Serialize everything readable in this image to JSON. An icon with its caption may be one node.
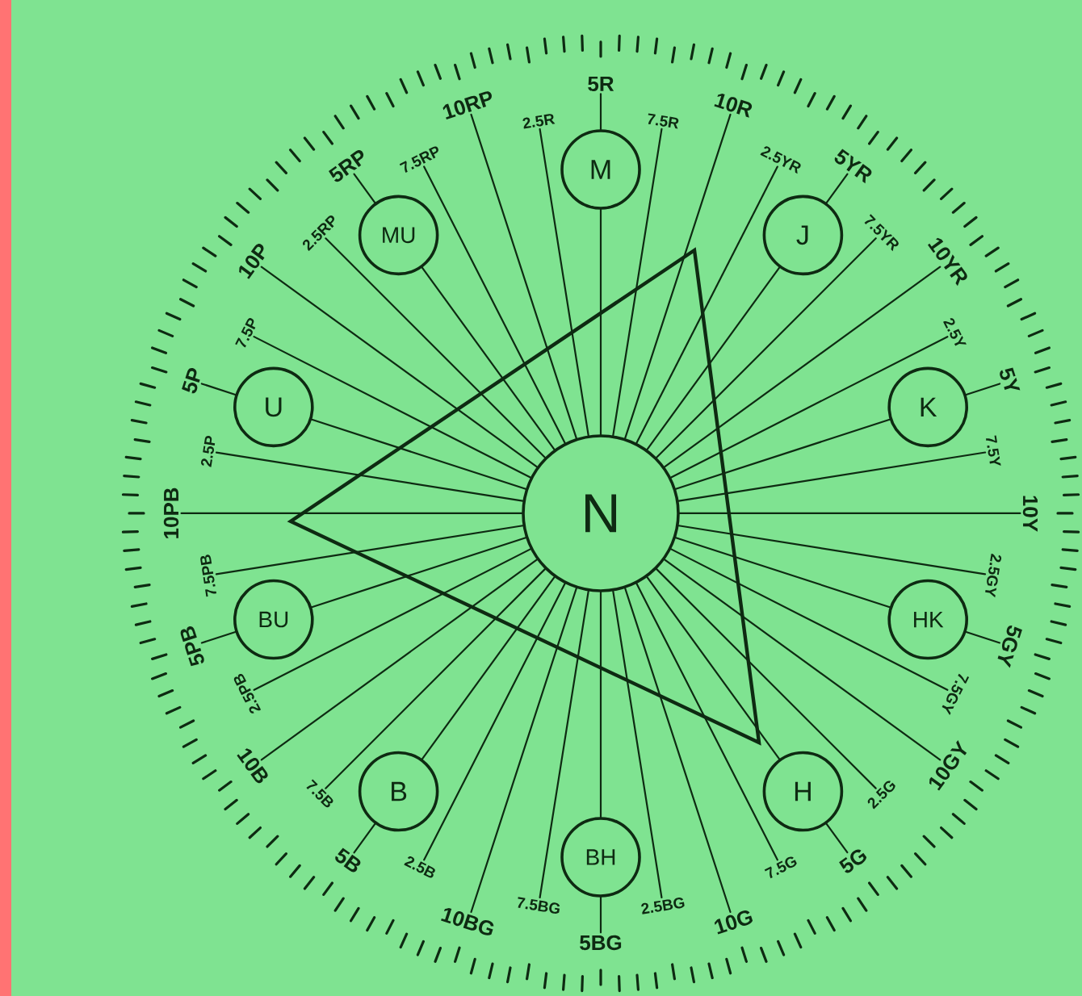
{
  "diagram": {
    "nodes": [
      {
        "text": [
          "N"
        ]
      },
      {
        "text": [
          "M"
        ]
      },
      {
        "text": [
          "J"
        ]
      },
      {
        "text": [
          "K"
        ]
      },
      {
        "text": [
          "HK"
        ]
      },
      {
        "text": [
          "H"
        ]
      },
      {
        "text": [
          "BH"
        ]
      },
      {
        "text": [
          "B"
        ]
      },
      {
        "text": [
          "BU"
        ]
      },
      {
        "text": [
          "U"
        ]
      },
      {
        "text": [
          "MU"
        ]
      },
      {
        "text": [
          "5R"
        ]
      },
      {
        "text": [
          "7.5R"
        ]
      },
      {
        "text": [
          "10R"
        ]
      },
      {
        "text": [
          "2.5YR"
        ]
      },
      {
        "text": [
          "5YR"
        ]
      },
      {
        "text": [
          "7.5YR"
        ]
      },
      {
        "text": [
          "10YR"
        ]
      },
      {
        "text": [
          "2.5Y"
        ]
      },
      {
        "text": [
          "5Y"
        ]
      },
      {
        "text": [
          "7.5Y"
        ]
      },
      {
        "text": [
          "10Y"
        ]
      },
      {
        "text": [
          "2.5GY"
        ]
      },
      {
        "text": [
          "5GY"
        ]
      },
      {
        "text": [
          "7.5GY"
        ]
      },
      {
        "text": [
          "10GY"
        ]
      },
      {
        "text": [
          "2.5G"
        ]
      },
      {
        "text": [
          "5G"
        ]
      },
      {
        "text": [
          "7.5G"
        ]
      },
      {
        "text": [
          "10G"
        ]
      },
      {
        "text": [
          "2.5BG"
        ]
      },
      {
        "text": [
          "5BG"
        ]
      },
      {
        "text": [
          "7.5BG"
        ]
      },
      {
        "text": [
          "10BG"
        ]
      },
      {
        "text": [
          "2.5B"
        ]
      },
      {
        "text": [
          "5B"
        ]
      },
      {
        "text": [
          "7.5B"
        ]
      },
      {
        "text": [
          "10B"
        ]
      },
      {
        "text": [
          "2.5PB"
        ]
      },
      {
        "text": [
          "5PB"
        ]
      },
      {
        "text": [
          "7.5PB"
        ]
      },
      {
        "text": [
          "10PB"
        ]
      },
      {
        "text": [
          "2.5P"
        ]
      },
      {
        "text": [
          "5P"
        ]
      },
      {
        "text": [
          "7.5P"
        ]
      },
      {
        "text": [
          "10P"
        ]
      },
      {
        "text": [
          "2.5RP"
        ]
      },
      {
        "text": [
          "5RP"
        ]
      },
      {
        "text": [
          "7.5RP"
        ]
      },
      {
        "text": [
          "10RP"
        ]
      },
      {
        "text": [
          "2.5R"
        ]
      }
    ],
    "edges": [
      {
        "from": 0,
        "to": 1,
        "arrow": "none"
      },
      {
        "from": 0,
        "to": 2,
        "arrow": "none"
      },
      {
        "from": 0,
        "to": 3,
        "arrow": "none"
      },
      {
        "from": 0,
        "to": 4,
        "arrow": "none"
      },
      {
        "from": 0,
        "to": 5,
        "arrow": "none"
      },
      {
        "from": 0,
        "to": 6,
        "arrow": "none"
      },
      {
        "from": 0,
        "to": 7,
        "arrow": "none"
      },
      {
        "from": 0,
        "to": 8,
        "arrow": "none"
      },
      {
        "from": 0,
        "to": 9,
        "arrow": "none"
      },
      {
        "from": 0,
        "to": 10,
        "arrow": "none"
      },
      {
        "from": 1,
        "to": 11,
        "arrow": "none"
      },
      {
        "from": 2,
        "to": 15,
        "arrow": "none"
      },
      {
        "from": 3,
        "to": 19,
        "arrow": "none"
      },
      {
        "from": 4,
        "to": 23,
        "arrow": "none"
      },
      {
        "from": 5,
        "to": 27,
        "arrow": "none"
      },
      {
        "from": 6,
        "to": 31,
        "arrow": "none"
      },
      {
        "from": 7,
        "to": 35,
        "arrow": "none"
      },
      {
        "from": 8,
        "to": 39,
        "arrow": "none"
      },
      {
        "from": 9,
        "to": 43,
        "arrow": "none"
      },
      {
        "from": 10,
        "to": 47,
        "arrow": "none"
      },
      {
        "from": 0,
        "to": 12,
        "arrow": "none"
      },
      {
        "from": 0,
        "to": 13,
        "arrow": "none"
      },
      {
        "from": 0,
        "to": 14,
        "arrow": "none"
      },
      {
        "from": 0,
        "to": 16,
        "arrow": "none"
      },
      {
        "from": 0,
        "to": 17,
        "arrow": "none"
      },
      {
        "from": 0,
        "to": 18,
        "arrow": "none"
      },
      {
        "from": 0,
        "to": 20,
        "arrow": "none"
      },
      {
        "from": 0,
        "to": 21,
        "arrow": "none"
      },
      {
        "from": 0,
        "to": 22,
        "arrow": "none"
      },
      {
        "from": 0,
        "to": 24,
        "arrow": "none"
      },
      {
        "from": 0,
        "to": 25,
        "arrow": "none"
      },
      {
        "from": 0,
        "to": 26,
        "arrow": "none"
      },
      {
        "from": 0,
        "to": 28,
        "arrow": "none"
      },
      {
        "from": 0,
        "to": 29,
        "arrow": "none"
      },
      {
        "from": 0,
        "to": 30,
        "arrow": "none"
      },
      {
        "from": 0,
        "to": 32,
        "arrow": "none"
      },
      {
        "from": 0,
        "to": 33,
        "arrow": "none"
      },
      {
        "from": 0,
        "to": 34,
        "arrow": "none"
      },
      {
        "from": 0,
        "to": 36,
        "arrow": "none"
      },
      {
        "from": 0,
        "to": 37,
        "arrow": "none"
      },
      {
        "from": 0,
        "to": 38,
        "arrow": "none"
      },
      {
        "from": 0,
        "to": 40,
        "arrow": "none"
      },
      {
        "from": 0,
        "to": 41,
        "arrow": "none"
      },
      {
        "from": 0,
        "to": 42,
        "arrow": "none"
      },
      {
        "from": 0,
        "to": 44,
        "arrow": "none"
      },
      {
        "from": 0,
        "to": 45,
        "arrow": "none"
      },
      {
        "from": 0,
        "to": 46,
        "arrow": "none"
      },
      {
        "from": 0,
        "to": 48,
        "arrow": "none"
      },
      {
        "from": 0,
        "to": 49,
        "arrow": "none"
      },
      {
        "from": 0,
        "to": 50,
        "arrow": "none"
      }
    ]
  }
}
